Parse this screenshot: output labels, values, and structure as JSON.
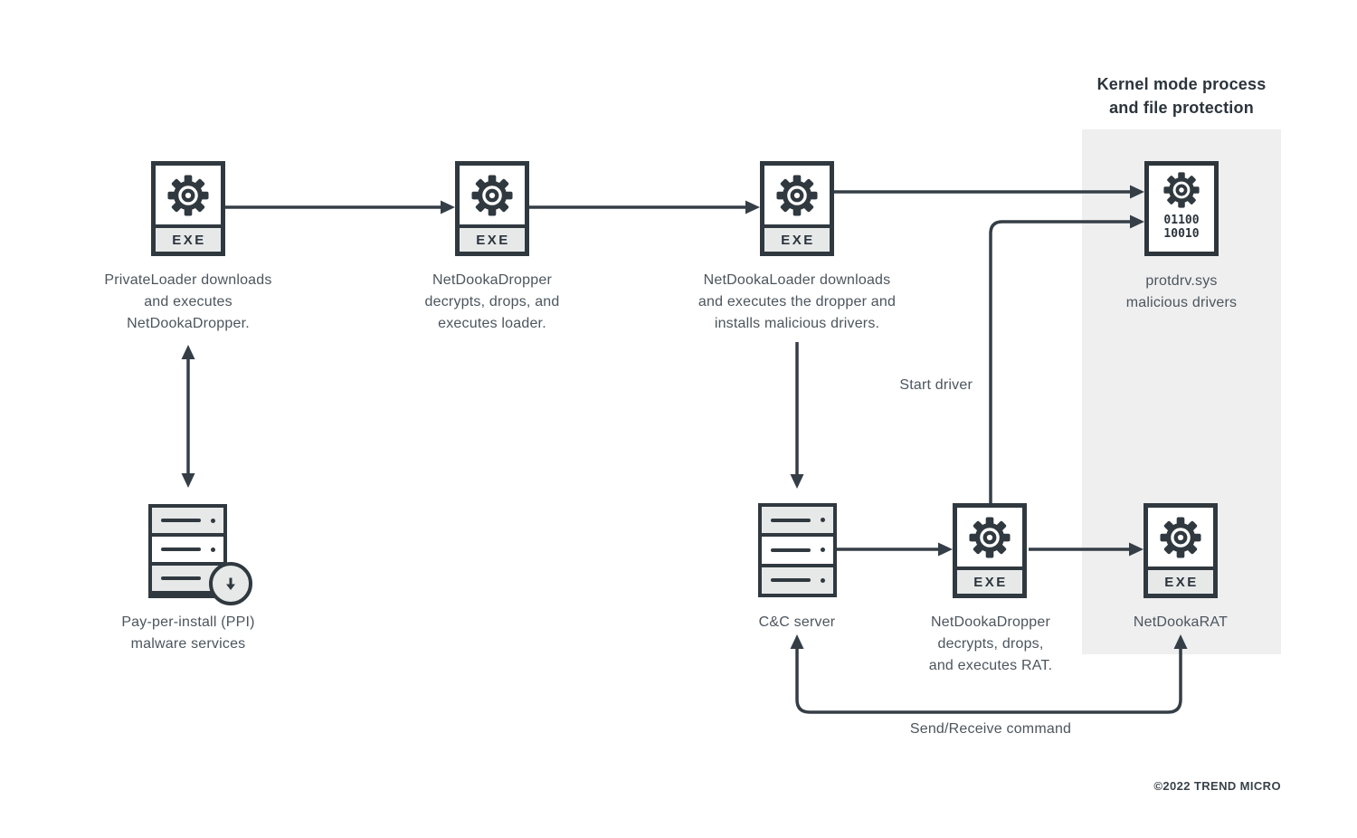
{
  "panel": {
    "title": "Kernel mode process\nand file protection"
  },
  "nodes": {
    "private_loader": {
      "label": "PrivateLoader downloads\nand executes\nNetDookaDropper."
    },
    "dropper_top": {
      "label": "NetDookaDropper\ndecrypts, drops, and\nexecutes loader."
    },
    "loader": {
      "label": "NetDookaLoader downloads\nand executes the dropper and\ninstalls malicious drivers."
    },
    "protdrv": {
      "label": "protdrv.sys\nmalicious drivers",
      "binary": "01100\n10010"
    },
    "ppi": {
      "label": "Pay-per-install (PPI)\nmalware services"
    },
    "cc_server": {
      "label": "C&C server"
    },
    "dropper_bottom": {
      "label": "NetDookaDropper\ndecrypts, drops,\nand executes RAT."
    },
    "rat": {
      "label": "NetDookaRAT"
    }
  },
  "icons": {
    "exe_badge": "EXE"
  },
  "edge_labels": {
    "start_driver": "Start driver",
    "send_receive": "Send/Receive command"
  },
  "footer": {
    "copyright": "©2022 TREND MICRO"
  },
  "colors": {
    "ink": "#30393f",
    "panel_bg": "#efeff0",
    "light_fill": "#e7e9e9",
    "label_text": "#4c555d"
  }
}
